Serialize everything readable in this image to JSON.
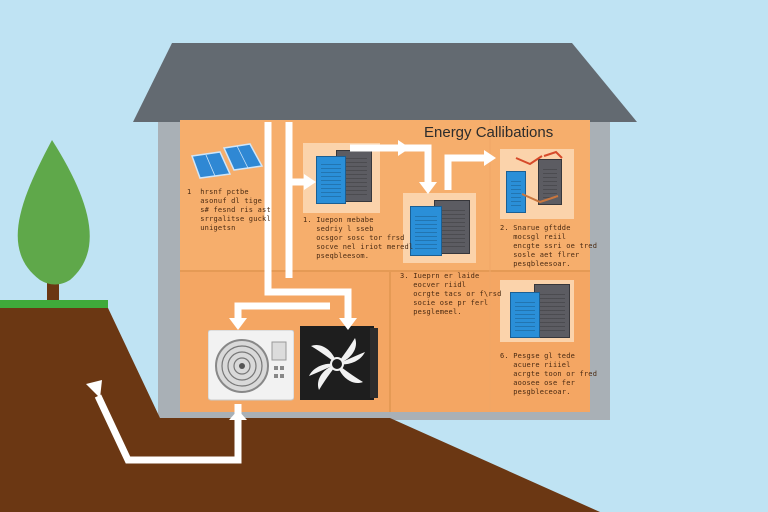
{
  "diagram": {
    "title": "Energy Callibations",
    "notes": [
      "1  hrsnf pctbe\n   asonuf dl tige\n   s# fesnd ris ast\n   srrgalitse guckl\n   unigetsn",
      "1. Iuepon mebabe\n   sedriy l sseb\n   ocsgor sosc tor frsd\n   socve nel iriot meredl\n   pseqbleesom.",
      "3. Iueprn er laide\n   eocver riidl\n   ocrgte tacs or f\\rsd\n   socie ose pr ferl\n   pesglemeel.",
      "2. Snarue gftdde\n   mocsgl reiil\n   encgte ssri oe tred\n   sosle aet flrer\n   pesqbleesoar.",
      "6. Pesgse gl tede\n   acuere riiiel\n   acrgte toon or fred\n   aoosee ose fer\n   pesgbleceoar."
    ],
    "colors": {
      "sky": "#bfe3f3",
      "roof": "#636a71",
      "wall": "#a9b0b6",
      "panel": "#f6ae6c",
      "ground": "#6b3713",
      "grass": "#3faa3a",
      "tree": "#5fa84a",
      "arrow": "#ffffff"
    },
    "icons": [
      "tree-icon",
      "solar-panel-icon",
      "battery-icon",
      "heat-pump-icon",
      "fan-icon",
      "flow-arrow-icon"
    ]
  }
}
